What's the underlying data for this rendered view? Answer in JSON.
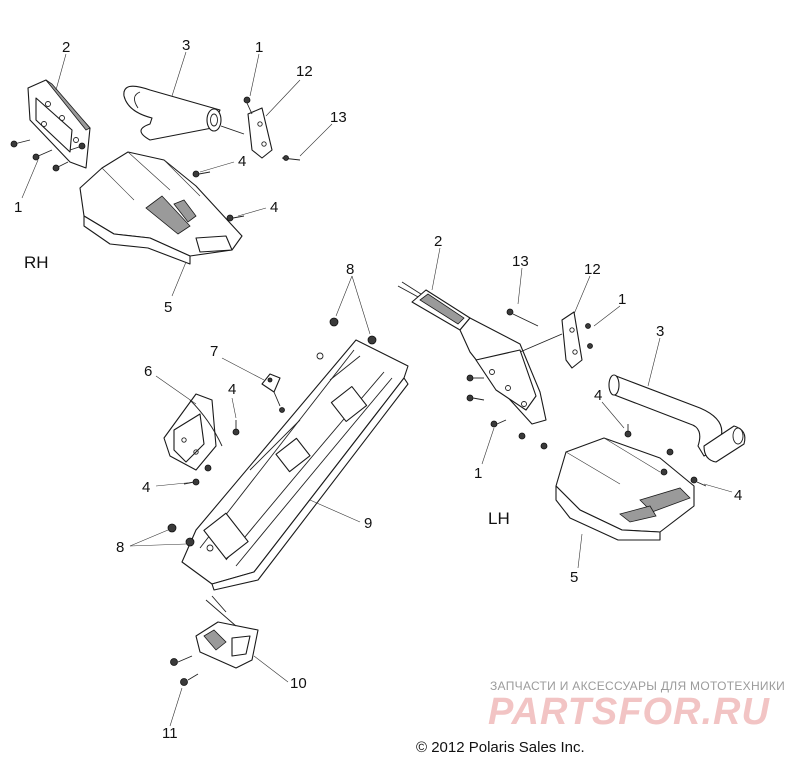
{
  "diagram": {
    "side_labels": {
      "right": "RH",
      "left": "LH"
    },
    "callouts": {
      "rh_2": "2",
      "rh_3": "3",
      "rh_1a": "1",
      "rh_12": "12",
      "rh_13": "13",
      "rh_4a": "4",
      "rh_4b": "4",
      "rh_1b": "1",
      "rh_5": "5",
      "c_8a": "8",
      "c_7": "7",
      "c_6": "6",
      "c_4a": "4",
      "c_4b": "4",
      "c_9": "9",
      "c_8b": "8",
      "c_10": "10",
      "c_11": "11",
      "lh_2": "2",
      "lh_13": "13",
      "lh_12": "12",
      "lh_1a": "1",
      "lh_3": "3",
      "lh_4a": "4",
      "lh_1b": "1",
      "lh_4b": "4",
      "lh_5": "5"
    }
  },
  "watermark": {
    "tagline": "ЗАПЧАСТИ И АКСЕССУАРЫ ДЛЯ МОТОТЕХНИКИ",
    "logo": "PARTSFOR.RU",
    "color": "#f2c4c4"
  },
  "copyright": "© 2012 Polaris Sales Inc."
}
